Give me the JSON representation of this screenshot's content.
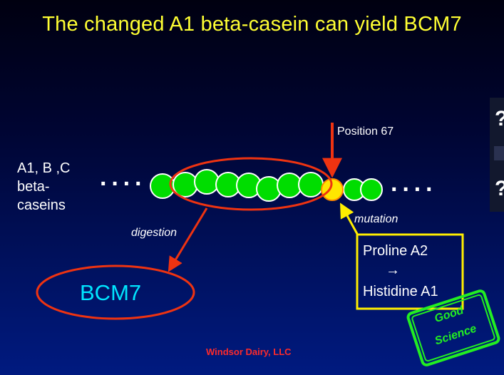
{
  "title": "The changed A1 beta-casein can yield BCM7",
  "left_label": {
    "line1": "A1, B ,C",
    "line2": "beta-",
    "line3": "caseins"
  },
  "dots_left": "····",
  "dots_right": "····",
  "position_label": "Position 67",
  "digestion_label": "digestion",
  "mutation_label": "mutation",
  "bcm_label": "BCM7",
  "mutation_box": {
    "line1": "Proline  A2",
    "arrow": "→",
    "line2": "Histidine  A1"
  },
  "stamp": {
    "line1": "Good",
    "line2": "Science"
  },
  "footer": "Windsor Dairy, LLC",
  "side_glyphs": {
    "top": "?",
    "bottom": "?"
  },
  "colors": {
    "title": "#ffff33",
    "bead_green": "#00dd00",
    "bead_yellow": "#ffe600",
    "arrow_red": "#ee3311",
    "box_yellow": "#ffee00",
    "bcm_text": "#00e5ff",
    "stamp_green": "#22ee22",
    "footer": "#ff2a2a"
  }
}
